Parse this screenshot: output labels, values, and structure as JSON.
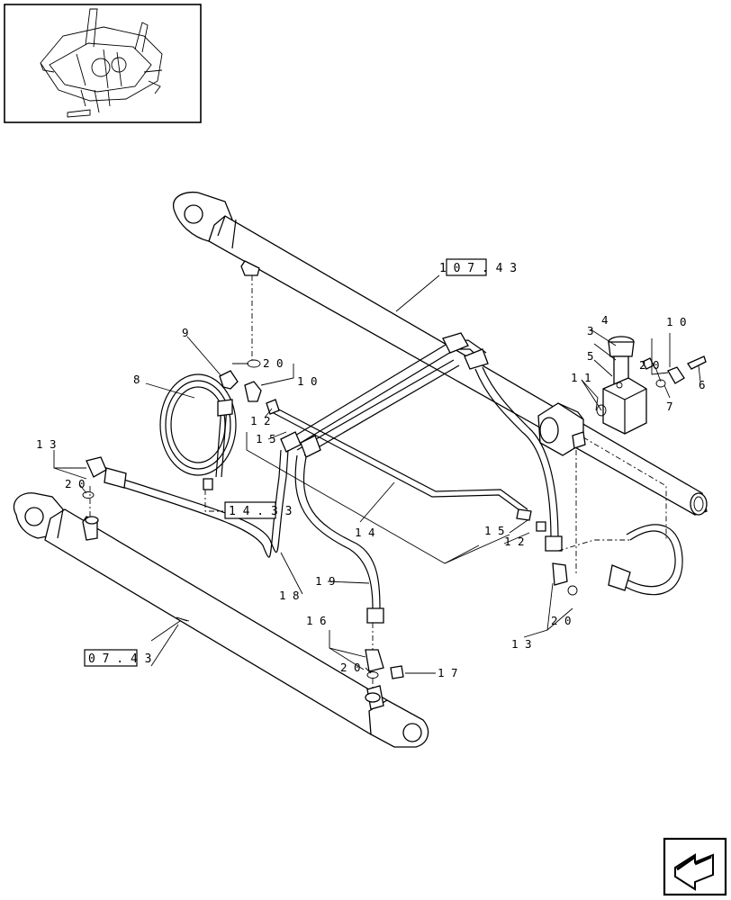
{
  "diagram": {
    "callouts": [
      {
        "id": "c1",
        "text": "1 0 7 . 4 3"
      },
      {
        "id": "c2",
        "text": "0 7 . 4 3"
      },
      {
        "id": "c3",
        "text": "1 4 . 3 3"
      }
    ],
    "labels": [
      {
        "id": "p3",
        "text": "3"
      },
      {
        "id": "p4",
        "text": "4"
      },
      {
        "id": "p5",
        "text": "5"
      },
      {
        "id": "p6",
        "text": "6"
      },
      {
        "id": "p7",
        "text": "7"
      },
      {
        "id": "p8",
        "text": "8"
      },
      {
        "id": "p9",
        "text": "9"
      },
      {
        "id": "p10a",
        "text": "1 0"
      },
      {
        "id": "p10b",
        "text": "1 0"
      },
      {
        "id": "p11",
        "text": "1 1"
      },
      {
        "id": "p12a",
        "text": "1 2"
      },
      {
        "id": "p12b",
        "text": "1 2"
      },
      {
        "id": "p13a",
        "text": "1 3"
      },
      {
        "id": "p13b",
        "text": "1 3"
      },
      {
        "id": "p14",
        "text": "1 4"
      },
      {
        "id": "p15a",
        "text": "1 5"
      },
      {
        "id": "p15b",
        "text": "1 5"
      },
      {
        "id": "p16",
        "text": "1 6"
      },
      {
        "id": "p17",
        "text": "1 7"
      },
      {
        "id": "p18",
        "text": "1 8"
      },
      {
        "id": "p19",
        "text": "1 9"
      },
      {
        "id": "p20a",
        "text": "2 0"
      },
      {
        "id": "p20b",
        "text": "2 0"
      },
      {
        "id": "p20c",
        "text": "2 0"
      },
      {
        "id": "p20d",
        "text": "2 0"
      },
      {
        "id": "p20e",
        "text": "2 0"
      }
    ],
    "icons": {
      "thumbnail": "machine-overview-thumbnail-icon",
      "next": "next-page-arrow-icon"
    }
  }
}
